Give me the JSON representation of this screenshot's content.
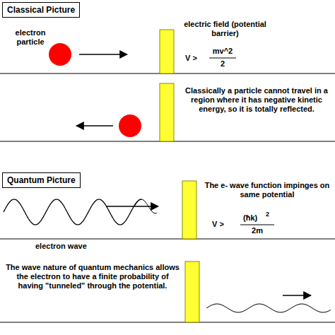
{
  "diagram": {
    "nodes": [
      {
        "text": [
          "Classical Picture"
        ]
      },
      {
        "text": [
          "Quantum Picture"
        ]
      }
    ],
    "labels": [
      "electron particle",
      "electric field (potential barrier)",
      "V >",
      "mv^2",
      "2",
      "Classically a particle cannot travel in a region where it has negative kinetic energy, so it is totally reflected.",
      "The e- wave function impinges on same potential",
      "V >",
      "(ħk)",
      "2",
      "2m",
      "electron wave",
      "The wave nature of quantum mechanics allows the electron to have a finite probability of having \"tunneled\" through the potential."
    ]
  }
}
